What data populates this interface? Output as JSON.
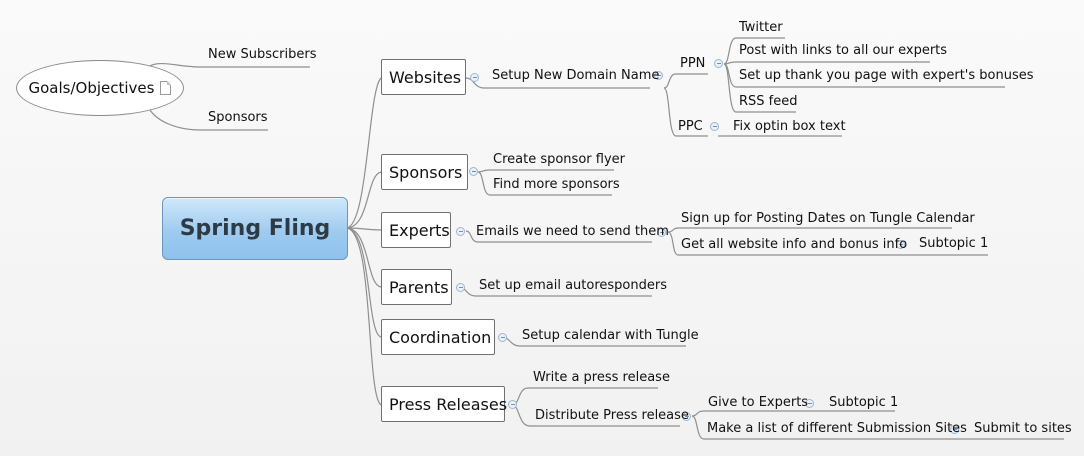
{
  "central": "Spring Fling",
  "floating": {
    "title": "Goals/Objectives",
    "icon": "note-icon",
    "children": [
      "New Subscribers",
      "Sponsors"
    ]
  },
  "branches": {
    "websites": {
      "label": "Websites",
      "setup_domain": "Setup New Domain Name",
      "ppn": {
        "label": "PPN",
        "children": [
          "Twitter",
          "Post with links to all our experts",
          "Set up thank you page with expert's bonuses",
          "RSS feed"
        ]
      },
      "ppc": {
        "label": "PPC",
        "child": "Fix optin box text"
      }
    },
    "sponsors": {
      "label": "Sponsors",
      "children": [
        "Create sponsor flyer",
        "Find more sponsors"
      ]
    },
    "experts": {
      "label": "Experts",
      "emails": "Emails we need to send them",
      "children": [
        "Sign up for Posting Dates on Tungle Calendar",
        "Get all website info and bonus info"
      ],
      "subtopic": "Subtopic 1"
    },
    "parents": {
      "label": "Parents",
      "child": "Set up email autoresponders"
    },
    "coordination": {
      "label": "Coordination",
      "child": "Setup calendar with Tungle"
    },
    "press": {
      "label": "Press Releases",
      "write": "Write a press release",
      "distribute": "Distribute Press release",
      "give": "Give to Experts",
      "give_sub": "Subtopic 1",
      "list": "Make a list of different Submission Sites",
      "submit": "Submit to sites"
    }
  },
  "colors": {
    "central_fill": "#9fcbef",
    "central_text": "#2d3b47",
    "connector": "#8f8f8f",
    "collapse_dot": "#9fb6d0"
  }
}
